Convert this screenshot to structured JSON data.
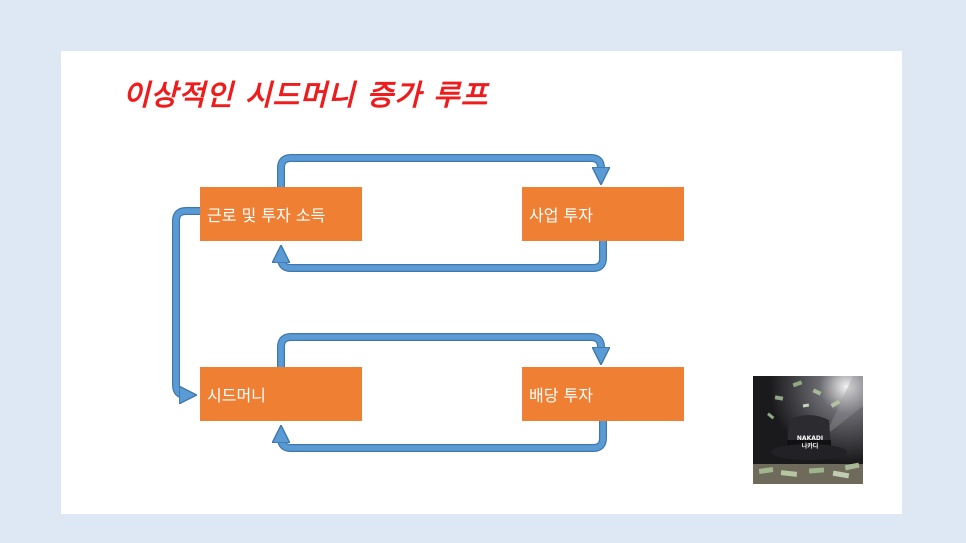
{
  "title": "이상적인 시드머니 증가 루프",
  "nodes": {
    "income": "근로 및 투자 소득",
    "business": "사업 투자",
    "seed": "시드머니",
    "dividend": "배당 투자"
  },
  "logo": {
    "line1": "NAKADI",
    "line2": "나카디"
  },
  "colors": {
    "title": "#ee1c1c",
    "box": "#ef7f33",
    "arrow": "#5b9bd5",
    "arrow_outline": "#3f78ad",
    "background": "#dde8f4"
  }
}
